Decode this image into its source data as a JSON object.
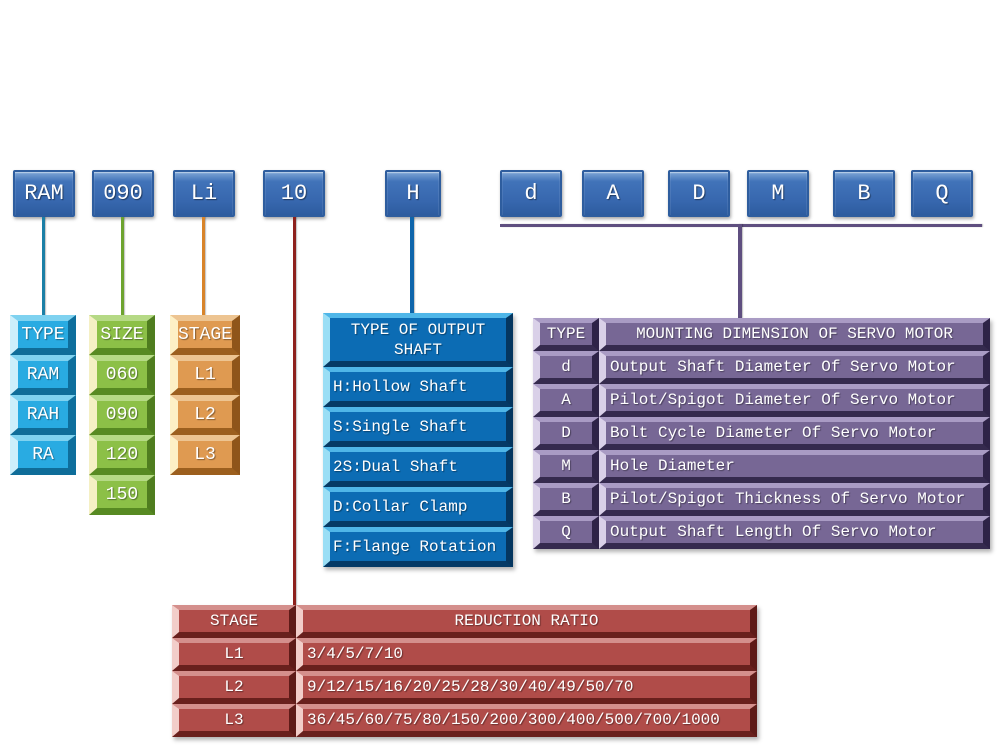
{
  "code_boxes": [
    {
      "label": "RAM"
    },
    {
      "label": "090"
    },
    {
      "label": "Li"
    },
    {
      "label": "10"
    },
    {
      "label": "H"
    },
    {
      "label": "d"
    },
    {
      "label": "A"
    },
    {
      "label": "D"
    },
    {
      "label": "M"
    },
    {
      "label": "B"
    },
    {
      "label": "Q"
    }
  ],
  "type_column": {
    "header": "TYPE",
    "items": [
      "RAM",
      "RAH",
      "RA"
    ]
  },
  "size_column": {
    "header": "SIZE",
    "items": [
      "060",
      "090",
      "120",
      "150"
    ]
  },
  "stage_column": {
    "header": "STAGE",
    "items": [
      "L1",
      "L2",
      "L3"
    ]
  },
  "output_shaft_table": {
    "header": "TYPE OF OUTPUT SHAFT",
    "items": [
      "H:Hollow Shaft",
      "S:Single Shaft",
      "2S:Dual Shaft",
      "D:Collar Clamp",
      "F:Flange Rotation"
    ]
  },
  "servo_motor_table": {
    "col_headers": [
      "TYPE",
      "MOUNTING DIMENSION OF SERVO MOTOR"
    ],
    "rows": [
      {
        "code": "d",
        "desc": "Output Shaft Diameter Of Servo Motor"
      },
      {
        "code": "A",
        "desc": "Pilot/Spigot Diameter Of Servo Motor"
      },
      {
        "code": "D",
        "desc": "Bolt Cycle Diameter Of Servo Motor"
      },
      {
        "code": "M",
        "desc": "Hole Diameter"
      },
      {
        "code": "B",
        "desc": "Pilot/Spigot Thickness Of Servo Motor"
      },
      {
        "code": "Q",
        "desc": "Output Shaft Length Of Servo Motor"
      }
    ]
  },
  "reduction_ratio_table": {
    "col_headers": [
      "STAGE",
      "REDUCTION RATIO"
    ],
    "rows": [
      {
        "stage": "L1",
        "ratios": "3/4/5/7/10"
      },
      {
        "stage": "L2",
        "ratios": "9/12/15/16/20/25/28/30/40/49/50/70"
      },
      {
        "stage": "L3",
        "ratios": "36/45/60/75/80/150/200/300/400/500/700/1000"
      }
    ]
  },
  "colors": {
    "code_box_blue": "#3b6db4",
    "type_cyan": "#29abe2",
    "size_green": "#8cc047",
    "stage_orange": "#df9a51",
    "shaft_blue": "#0c6cb4",
    "servo_purple": "#776795",
    "ratio_red": "#b04c49",
    "line_teal": "#1b7fa6",
    "line_green": "#6da32f",
    "line_orange": "#d8842a",
    "line_dark_red": "#8e211d",
    "line_blue": "#0e65ab",
    "line_purple": "#5f4f80"
  }
}
